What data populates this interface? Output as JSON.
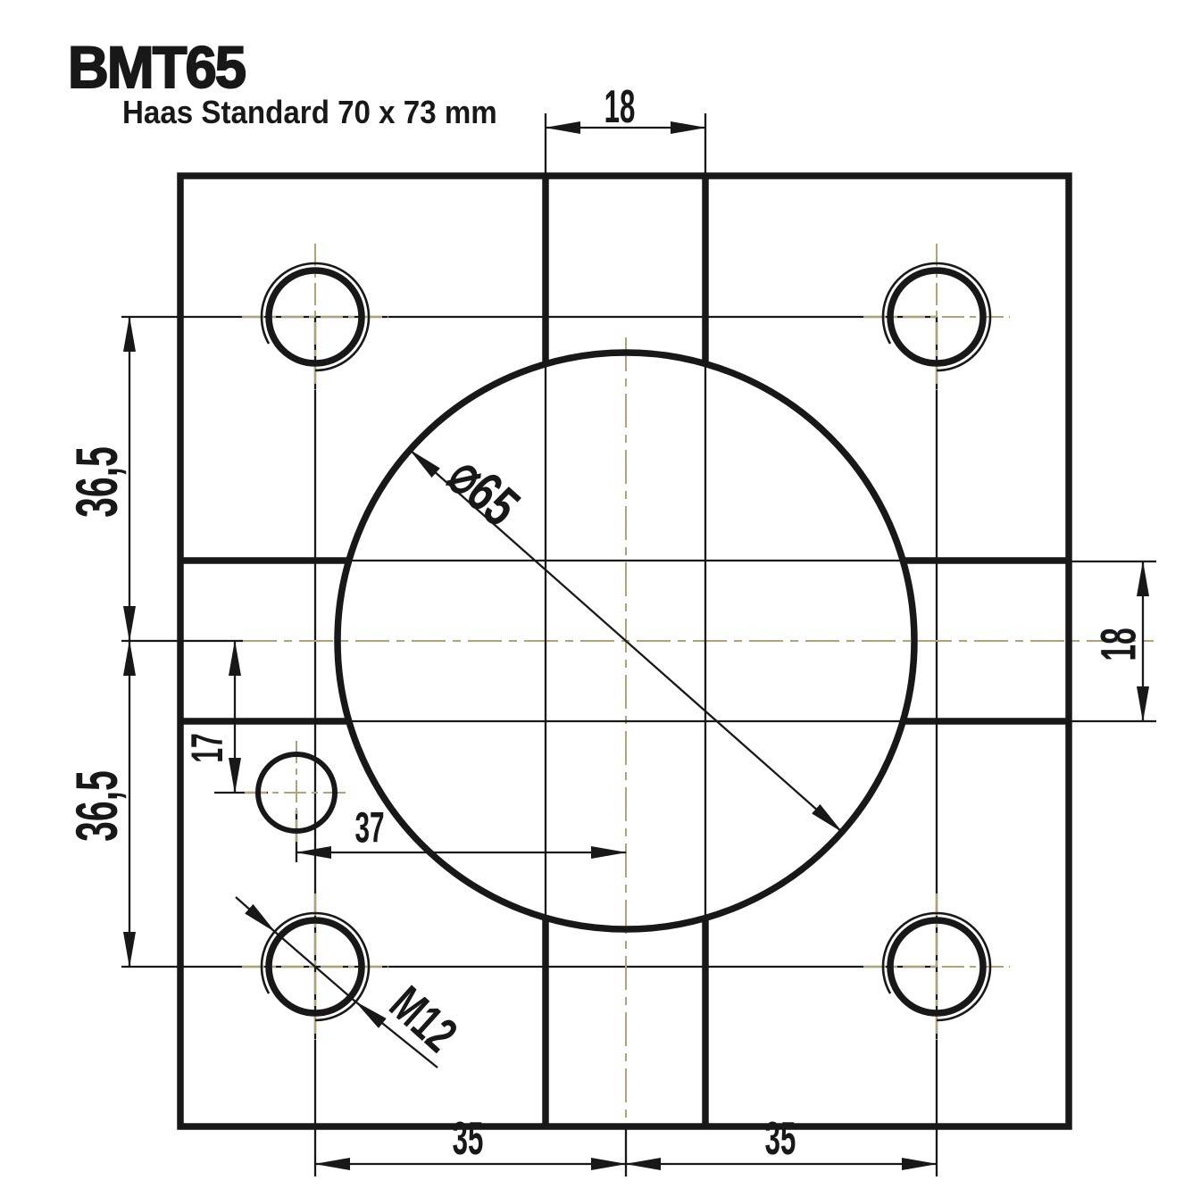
{
  "header": {
    "title": "BMT65",
    "subtitle": "Haas Standard 70 x 73 mm"
  },
  "colors": {
    "line": "#181818",
    "centerline": "#b0a474",
    "background": "#ffffff"
  },
  "dimensions": {
    "top_slot_width": "18",
    "right_slot_height": "18",
    "upper_left_height": "36,5",
    "lower_left_height": "36,5",
    "small_hole_y_offset": "17",
    "small_hole_x_offset": "37",
    "bottom_left_spacing": "35",
    "bottom_right_spacing": "35",
    "center_bore_diameter": "⌀65",
    "thread_callout": "M12"
  }
}
